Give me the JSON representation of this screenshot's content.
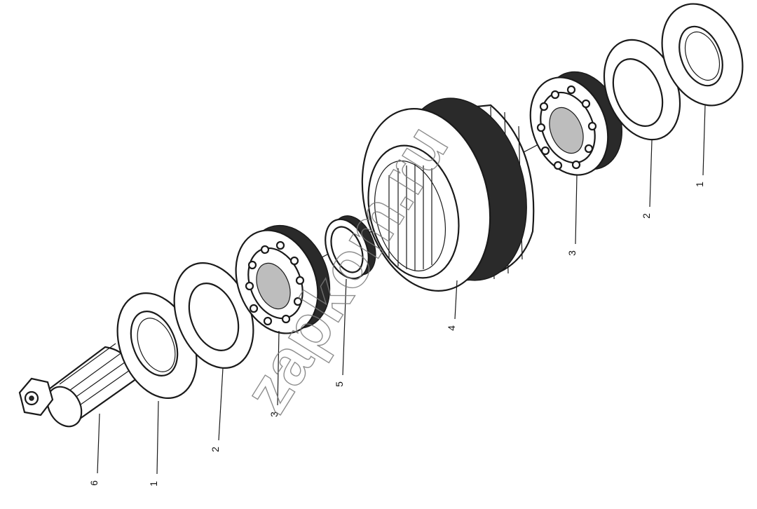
{
  "watermark": "zapkom.ru",
  "callouts": {
    "c1_left": "1",
    "c2_left": "2",
    "c3_left": "3",
    "c4": "4",
    "c5": "5",
    "c6": "6",
    "c3_right": "3",
    "c2_right": "2",
    "c1_right": "1"
  }
}
